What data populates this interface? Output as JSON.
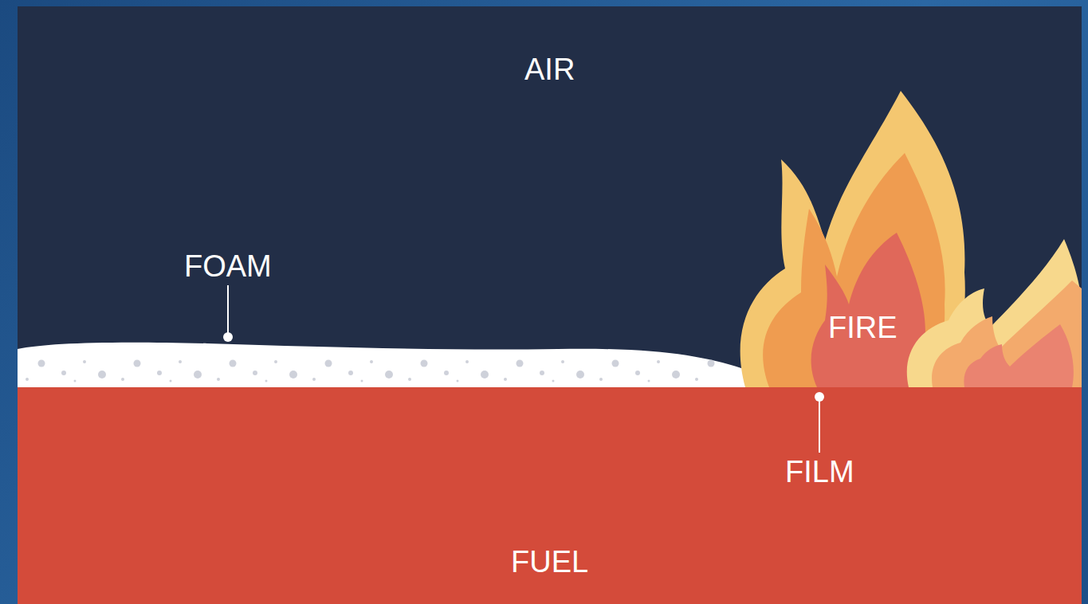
{
  "diagram": {
    "nodes": [
      {
        "text": [
          "AIR"
        ]
      },
      {
        "text": [
          "FIRE"
        ]
      },
      {
        "text": [
          "FUEL"
        ]
      }
    ],
    "labels": [
      "FOAM",
      "FILM"
    ]
  }
}
